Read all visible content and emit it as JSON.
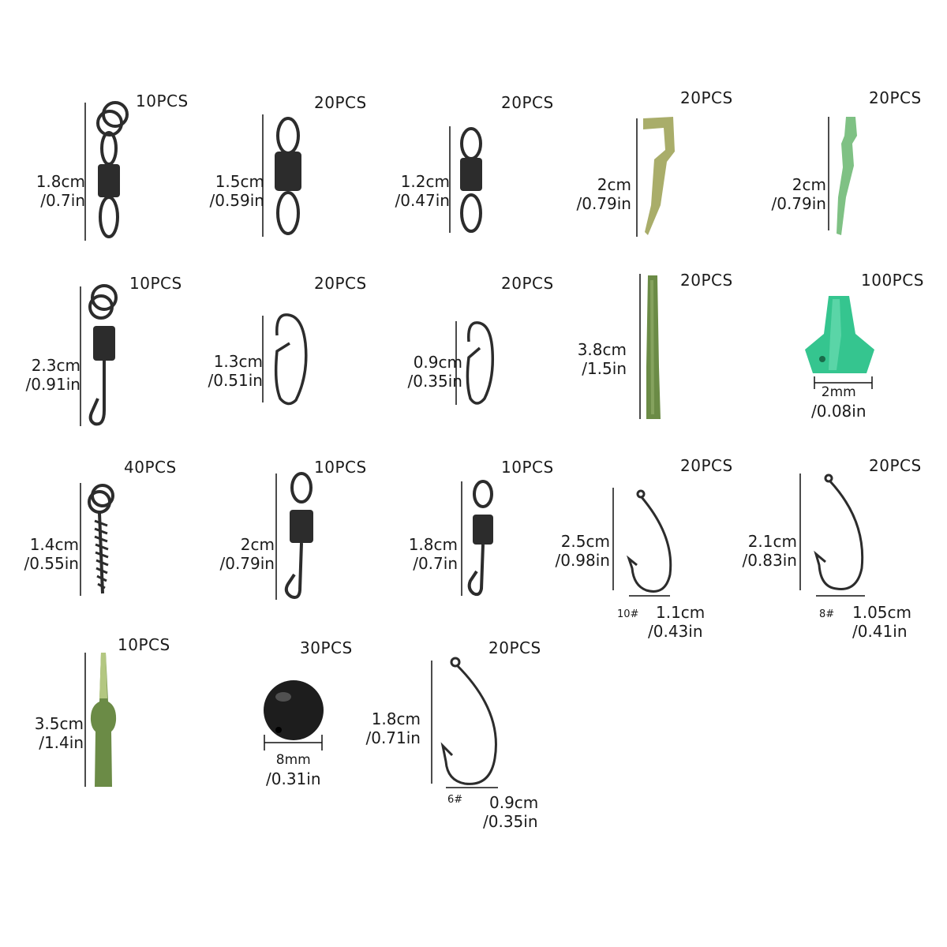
{
  "items": [
    {
      "qty": "10PCS",
      "len": "1.8cm",
      "len_in": "/0.7in"
    },
    {
      "qty": "20PCS",
      "len": "1.5cm",
      "len_in": "/0.59in"
    },
    {
      "qty": "20PCS",
      "len": "1.2cm",
      "len_in": "/0.47in"
    },
    {
      "qty": "20PCS",
      "len": "2cm",
      "len_in": "/0.79in"
    },
    {
      "qty": "20PCS",
      "len": "2cm",
      "len_in": "/0.79in"
    },
    {
      "qty": "10PCS",
      "len": "2.3cm",
      "len_in": "/0.91in"
    },
    {
      "qty": "20PCS",
      "len": "1.3cm",
      "len_in": "/0.51in"
    },
    {
      "qty": "20PCS",
      "len": "0.9cm",
      "len_in": "/0.35in"
    },
    {
      "qty": "20PCS",
      "len": "3.8cm",
      "len_in": "/1.5in"
    },
    {
      "qty": "100PCS",
      "wid": "2mm",
      "wid_in": "/0.08in"
    },
    {
      "qty": "40PCS",
      "len": "1.4cm",
      "len_in": "/0.55in"
    },
    {
      "qty": "10PCS",
      "len": "2cm",
      "len_in": "/0.79in"
    },
    {
      "qty": "10PCS",
      "len": "1.8cm",
      "len_in": "/0.7in"
    },
    {
      "qty": "20PCS",
      "len": "2.5cm",
      "len_in": "/0.98in",
      "size": "10#",
      "wid": "1.1cm",
      "wid_in": "/0.43in"
    },
    {
      "qty": "20PCS",
      "len": "2.1cm",
      "len_in": "/0.83in",
      "size": "8#",
      "wid": "1.05cm",
      "wid_in": "/0.41in"
    },
    {
      "qty": "10PCS",
      "len": "3.5cm",
      "len_in": "/1.4in"
    },
    {
      "qty": "30PCS",
      "wid": "8mm",
      "wid_in": "/0.31in"
    },
    {
      "qty": "20PCS",
      "len": "1.8cm",
      "len_in": "/0.71in",
      "size": "6#",
      "wid": "0.9cm",
      "wid_in": "/0.35in"
    }
  ],
  "colors": {
    "metal": "#2c2c2c",
    "line": "#111111",
    "sleeve_olive": "#a9ad6a",
    "sleeve_green": "#7fc184",
    "tube_green": "#6b8b46",
    "bead_green": "#35c58f",
    "bead_black": "#1d1d1d"
  }
}
